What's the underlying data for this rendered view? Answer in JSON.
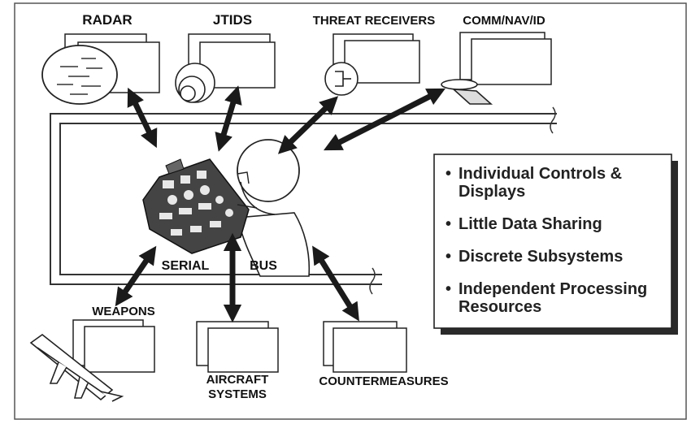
{
  "labels": {
    "radar": "RADAR",
    "jtids": "JTIDS",
    "threat": "THREAT RECEIVERS",
    "comm": "COMM/NAV/ID",
    "weapons": "WEAPONS",
    "aircraft_line1": "AIRCRAFT",
    "aircraft_line2": "SYSTEMS",
    "countermeasures": "COUNTERMEASURES",
    "serial": "SERIAL",
    "bus": "BUS"
  },
  "bullets": [
    {
      "lines": [
        "Individual Controls &",
        "Displays"
      ]
    },
    {
      "lines": [
        "Little Data Sharing"
      ]
    },
    {
      "lines": [
        "Discrete Subsystems"
      ]
    },
    {
      "lines": [
        "Independent Processing",
        "Resources"
      ]
    }
  ],
  "bullet_glyph": "•"
}
